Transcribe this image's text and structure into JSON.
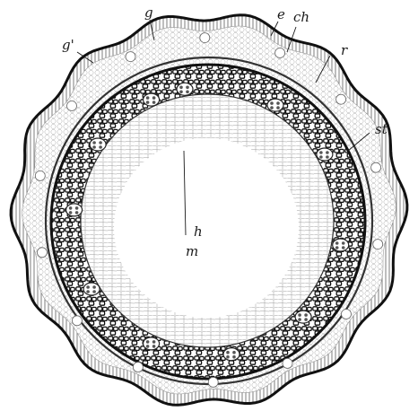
{
  "figure": {
    "labels": {
      "g": "g",
      "g_prime": "g'",
      "e": "e",
      "ch": "ch",
      "r": "r",
      "st": "st",
      "m": "m",
      "h": "h"
    }
  }
}
